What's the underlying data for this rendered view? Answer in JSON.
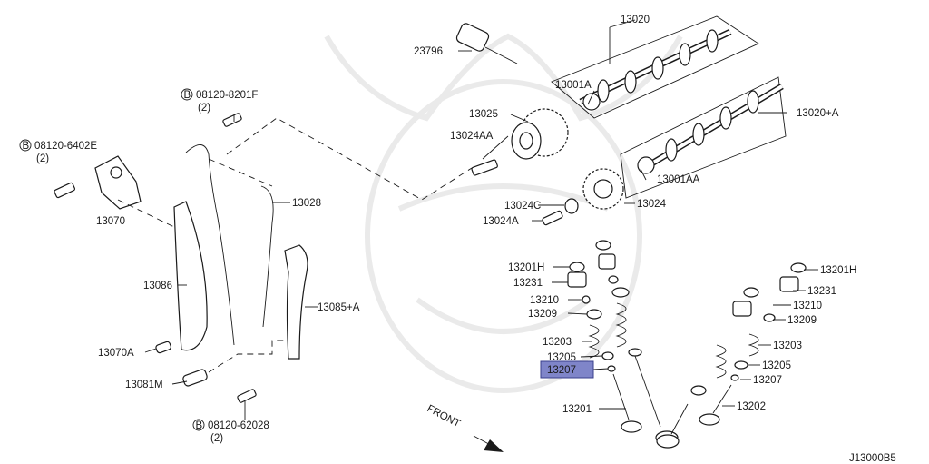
{
  "diagram_id": "J13000B5",
  "front_label": "FRONT",
  "highlight_color": "#7f85c9",
  "parts": {
    "p13020": "13020",
    "p23796": "23796",
    "p13001A": "13001A",
    "p13020A": "13020+A",
    "p13025": "13025",
    "p13024AA": "13024AA",
    "p13001AA": "13001AA",
    "p13024C": "13024C",
    "p13024": "13024",
    "p13024A": "13024A",
    "b8201F": "08120-8201F",
    "b8201F_qty": "(2)",
    "b6402E": "08120-6402E",
    "b6402E_qty": "(2)",
    "p13070": "13070",
    "p13028": "13028",
    "p13086": "13086",
    "p13085A": "13085+A",
    "p13070A": "13070A",
    "p13081M": "13081M",
    "b62028": "08120-62028",
    "b62028_qty": "(2)",
    "p13201H_l": "13201H",
    "p13231_l": "13231",
    "p13210_l": "13210",
    "p13209_l": "13209",
    "p13203_l": "13203",
    "p13205_l": "13205",
    "p13207_l": "13207",
    "p13201": "13201",
    "p13201H_r": "13201H",
    "p13231_r": "13231",
    "p13210_r": "13210",
    "p13209_r": "13209",
    "p13203_r": "13203",
    "p13205_r": "13205",
    "p13207_r": "13207",
    "p13202": "13202"
  }
}
